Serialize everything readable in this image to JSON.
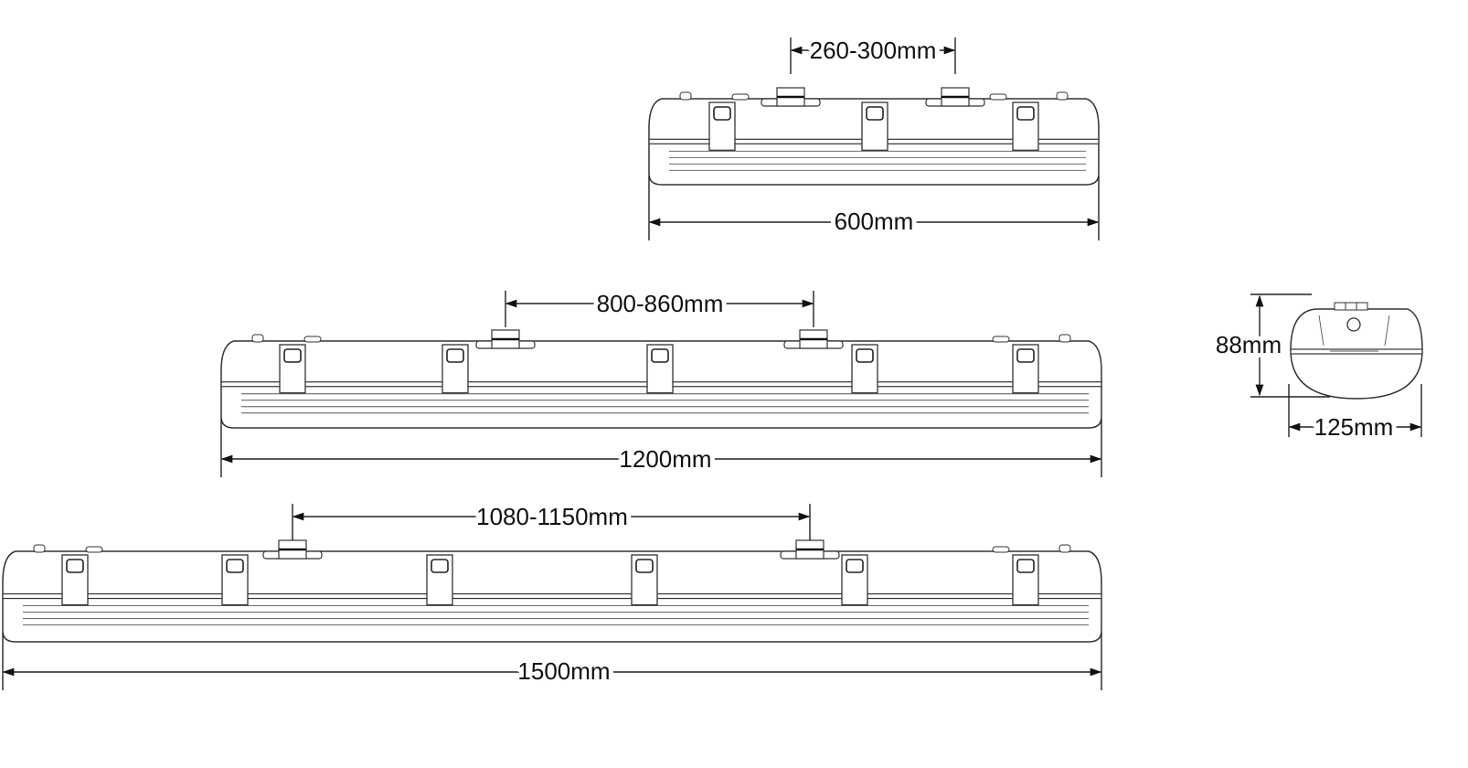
{
  "fixtures": [
    {
      "name": "fixture-600",
      "length_label": "600mm",
      "mount_label": "260-300mm",
      "clips": 3
    },
    {
      "name": "fixture-1200",
      "length_label": "1200mm",
      "mount_label": "800-860mm",
      "clips": 5
    },
    {
      "name": "fixture-1500",
      "length_label": "1500mm",
      "mount_label": "1080-1150mm",
      "clips": 6
    }
  ],
  "side_view": {
    "height_label": "88mm",
    "width_label": "125mm"
  },
  "colors": {
    "line": "#222222",
    "background": "#ffffff"
  }
}
